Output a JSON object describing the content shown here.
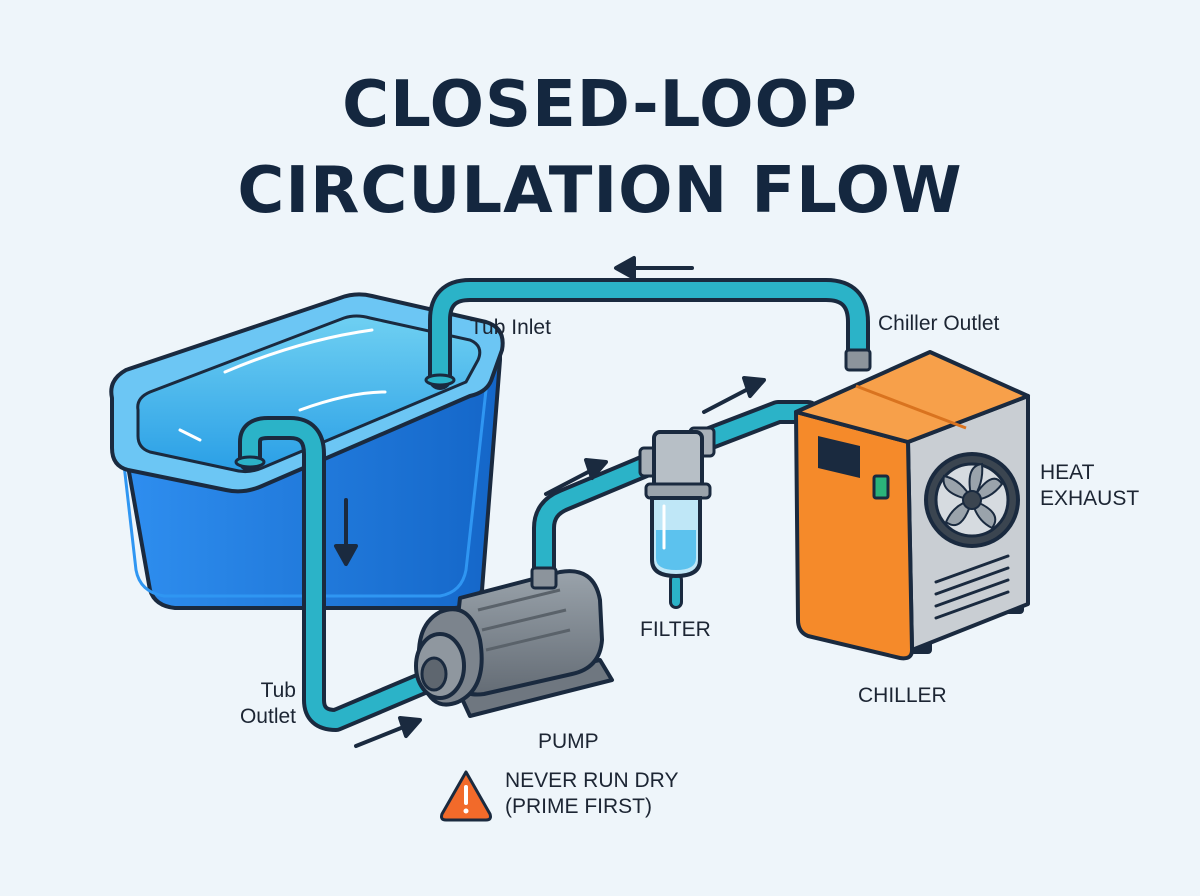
{
  "title": {
    "line1": "CLOSED-LOOP",
    "line2": "CIRCULATION FLOW"
  },
  "labels": {
    "tub_inlet": "Tub Inlet",
    "chiller_outlet": "Chiller Outlet",
    "heat_exhaust_1": "HEAT",
    "heat_exhaust_2": "EXHAUST",
    "filter": "FILTER",
    "chiller": "CHILLER",
    "tub_outlet_1": "Tub",
    "tub_outlet_2": "Outlet",
    "pump": "PUMP"
  },
  "warning": {
    "icon": "warning-triangle-icon",
    "line1": "NEVER RUN DRY",
    "line2": "(PRIME FIRST)"
  },
  "colors": {
    "tub": "#1f7fe0",
    "pipe": "#2bb3c8",
    "chiller": "#f58a2a",
    "pump": "#7f8790",
    "outline": "#1a2a3f",
    "warning": "#f26a2a"
  }
}
